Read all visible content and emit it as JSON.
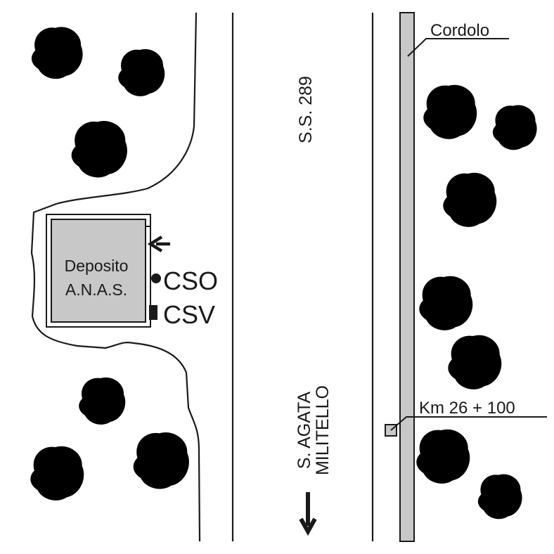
{
  "labels": {
    "curb": "Cordolo",
    "road": "S.S. 289",
    "depot_line1": "Deposito",
    "depot_line2": "A.N.A.S.",
    "cso": "CSO",
    "csv": "CSV",
    "direction_line1": "S. AGATA",
    "direction_line2": "MILITELLO",
    "km_marker": "Km 26 + 100"
  },
  "colors": {
    "tree": "#4aa543",
    "depot_fill": "#c8c8c8",
    "curb_fill": "#c8c8c8",
    "line": "#1a1a1a"
  },
  "icons": [
    "tree-icon",
    "entrance-arrow-icon",
    "cso-dot-icon",
    "csv-square-icon",
    "direction-arrow-icon",
    "km-marker-icon"
  ]
}
